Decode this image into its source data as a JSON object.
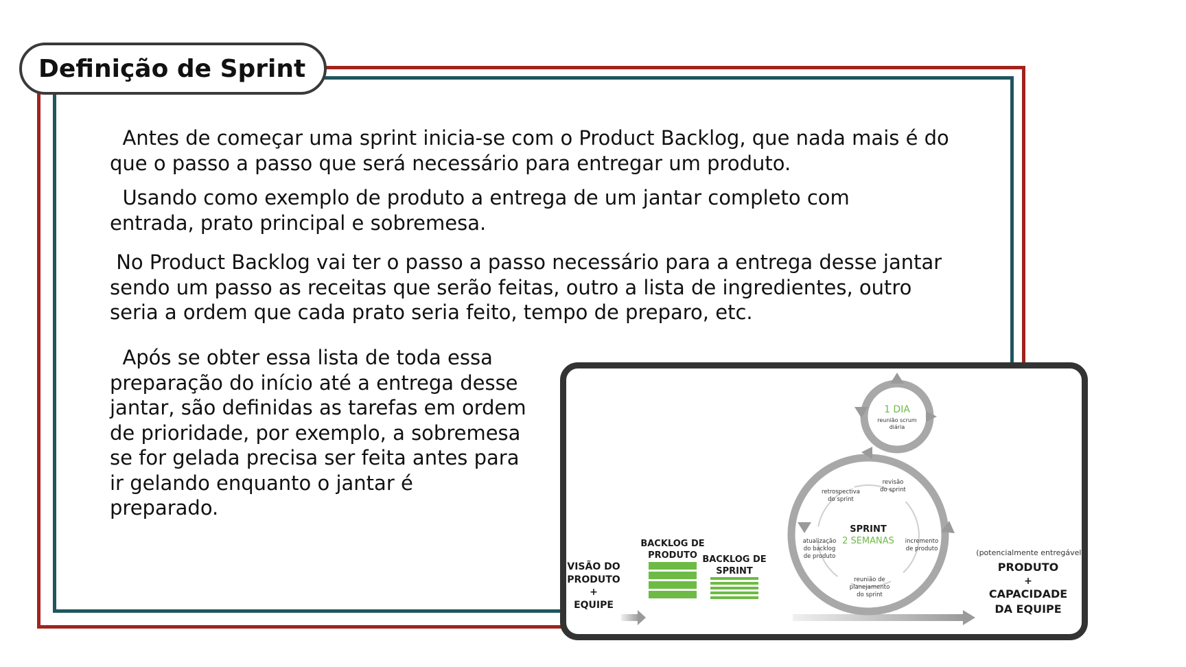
{
  "title": "Definição de Sprint",
  "paragraphs": [
    "  Antes de começar uma sprint inicia-se com o Product Backlog, que nada mais é do\nque o passo a passo que será necessário para entregar um produto.",
    "  Usando como exemplo de produto a entrega de um jantar completo com\nentrada, prato principal e sobremesa.",
    " No Product Backlog vai ter o passo a passo necessário para a entrega desse jantar\nsendo um passo as receitas que serão feitas, outro a lista de ingredientes, outro\nseria a ordem que cada prato seria feito, tempo de preparo, etc.",
    "  Após se obter essa lista de toda essa\npreparação do início até a entrega desse\njantar, são definidas as tarefas em ordem\nde prioridade, por exemplo, a sobremesa\nse for gelada precisa ser feita antes para\nir gelando enquanto o jantar é\npreparado."
  ],
  "diagram": {
    "vision": [
      "VISÃO DO",
      "PRODUTO",
      "+",
      "EQUIPE"
    ],
    "product_backlog": [
      "BACKLOG DE",
      "PRODUTO"
    ],
    "sprint_backlog": [
      "BACKLOG DE",
      "SPRINT"
    ],
    "daily": {
      "title": "1 DIA",
      "caption": [
        "reunião scrum",
        "diária"
      ]
    },
    "sprint": {
      "title": "SPRINT",
      "subtitle": "2 SEMANAS"
    },
    "retro": [
      "retrospectiva",
      "do sprint"
    ],
    "review": [
      "revisão",
      "do sprint"
    ],
    "update": [
      "atualização",
      "do backlog",
      "de produto"
    ],
    "increment": [
      "incremento",
      "de produto"
    ],
    "planning": [
      "reunião de",
      "planejamento",
      "do sprint"
    ],
    "output_note": "(potencialmente entregável)",
    "output": [
      "PRODUTO",
      "+",
      "CAPACIDADE",
      "DA EQUIPE"
    ],
    "colors": {
      "green": "#6dbb45",
      "gray": "#9a9a9a",
      "text": "#1a1a1a"
    }
  }
}
